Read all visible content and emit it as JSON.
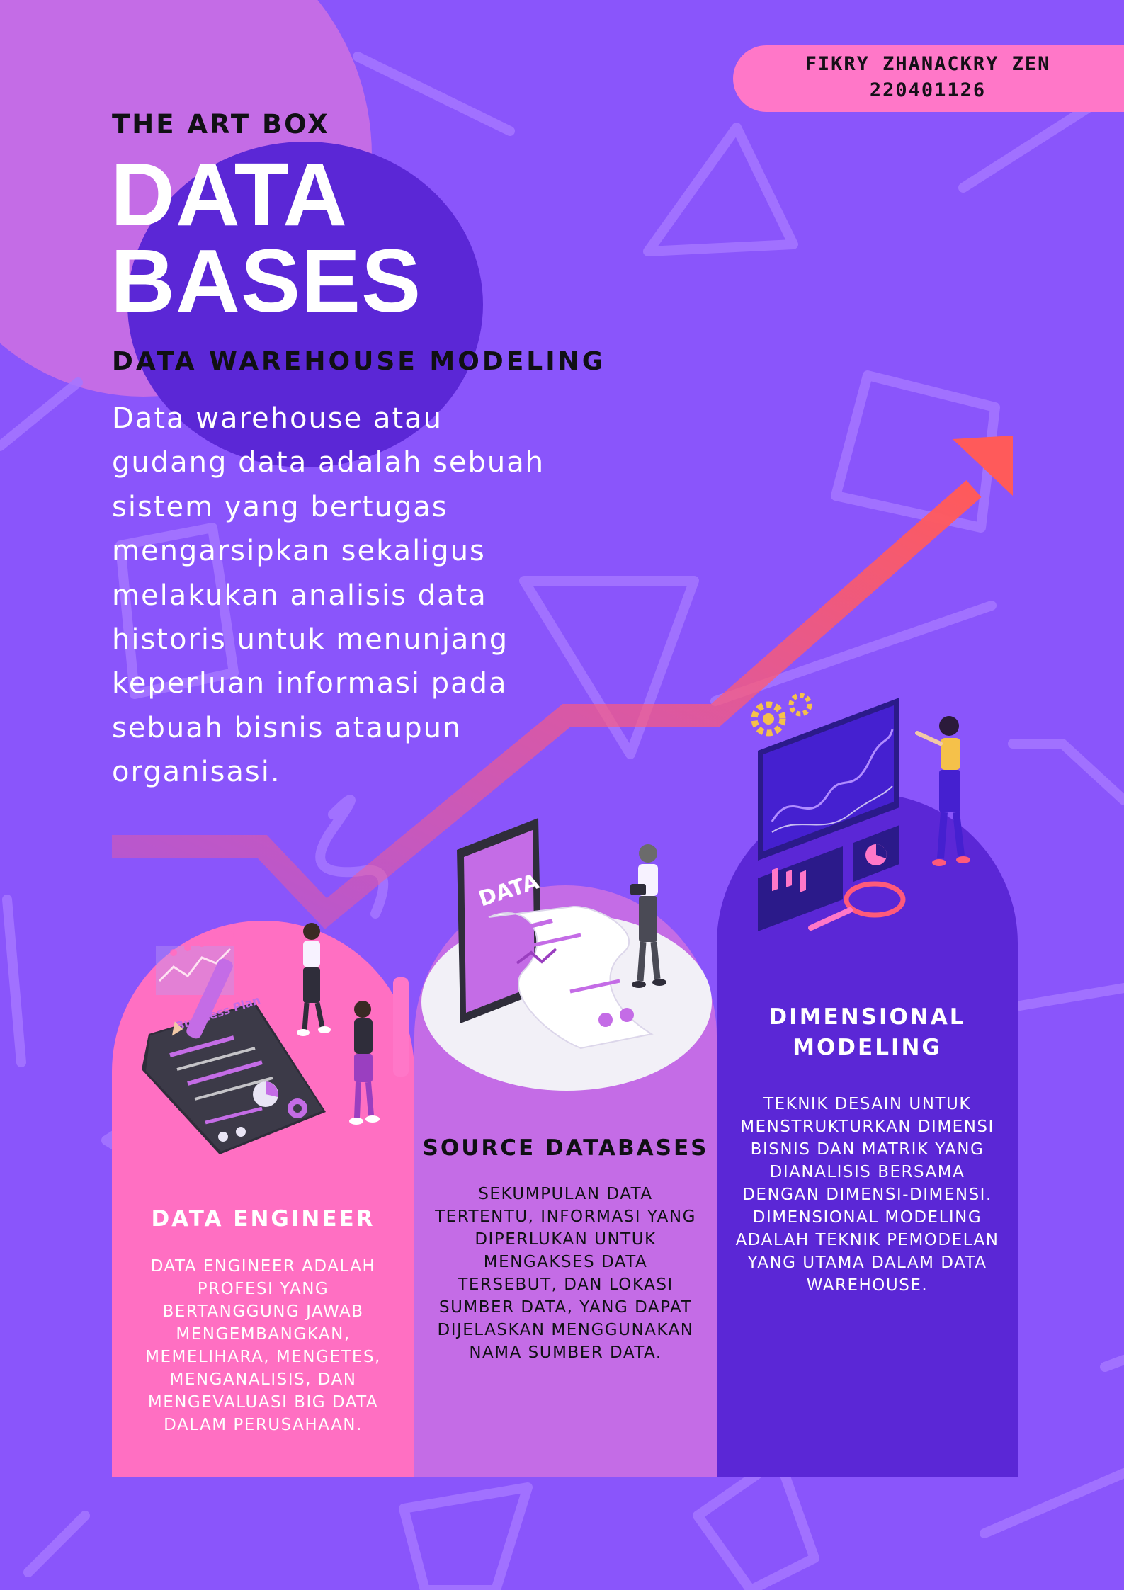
{
  "badge": {
    "name": "FIKRY ZHANACKRY ZEN",
    "id": "220401126"
  },
  "header": {
    "kicker": "THE ART BOX",
    "title_line1": "DATA",
    "title_line2": "BASES",
    "subtitle": "DATA WAREHOUSE MODELING"
  },
  "intro": {
    "lines": [
      "Data warehouse atau",
      "gudang data adalah sebuah",
      "sistem yang bertugas",
      "mengarsipkan sekaligus",
      "melakukan analisis data",
      "historis untuk menunjang",
      "keperluan informasi pada",
      "sebuah bisnis ataupun",
      "organisasi."
    ]
  },
  "illustrations": {
    "phone_label": "DATA",
    "doc_label": "Business Plan"
  },
  "columns": [
    {
      "title_lines": [
        "DATA ENGINEER"
      ],
      "body_lines": [
        "DATA ENGINEER ADALAH",
        "PROFESI YANG",
        "BERTANGGUNG JAWAB",
        "MENGEMBANGKAN,",
        "MEMELIHARA, MENGETES,",
        "MENGANALISIS, DAN",
        "MENGEVALUASI BIG DATA",
        "DALAM PERUSAHAAN."
      ]
    },
    {
      "title_lines": [
        "SOURCE DATABASES"
      ],
      "body_lines": [
        "SEKUMPULAN DATA",
        "TERTENTU, INFORMASI YANG",
        "DIPERLUKAN UNTUK",
        "MENGAKSES DATA",
        "TERSEBUT, DAN LOKASI",
        "SUMBER DATA, YANG DAPAT",
        "DIJELASKAN MENGGUNAKAN",
        "NAMA SUMBER DATA."
      ]
    },
    {
      "title_lines": [
        "DIMENSIONAL",
        "MODELING"
      ],
      "body_lines": [
        "TEKNIK DESAIN UNTUK",
        "MENSTRUKTURKAN DIMENSI",
        "BISNIS DAN MATRIK YANG",
        "DIANALISIS BERSAMA",
        "DENGAN DIMENSI-DIMENSI.",
        "DIMENSIONAL MODELING",
        "ADALAH TEKNIK PEMODELAN",
        "YANG UTAMA DALAM DATA",
        "WAREHOUSE."
      ]
    }
  ],
  "colors": {
    "background": "#8a55fb",
    "pink_circle": "#c46ce6",
    "dark_circle": "#5b27d6",
    "badge": "#ff77c8",
    "column_pink": "#ff6fc2",
    "column_mid": "#c46ce6",
    "column_dark": "#5b27d6",
    "arrow": "#ff5a7a"
  }
}
